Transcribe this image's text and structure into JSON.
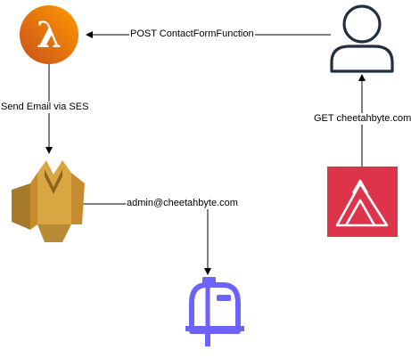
{
  "edges": {
    "post_label": "POST ContactFormFunction",
    "ses_label": "Send Email via SES",
    "get_label": "GET cheetahbyte.com",
    "email_label": "admin@cheetahbyte.com"
  },
  "icons": {
    "lambda": "aws-lambda-icon",
    "ses": "aws-ses-icon",
    "user": "user-icon",
    "amplify": "aws-amplify-icon",
    "mailbox": "mailbox-icon"
  },
  "colors": {
    "lambda_fill": "#ED7100",
    "lambda_accent": "#F58536",
    "ses_fill": "#D9A741",
    "ses_dark": "#A67A2A",
    "amplify_fill": "#DD344C",
    "mailbox_fill": "#6C63FF",
    "user_stroke": "#232F3E",
    "edge": "#000000"
  }
}
